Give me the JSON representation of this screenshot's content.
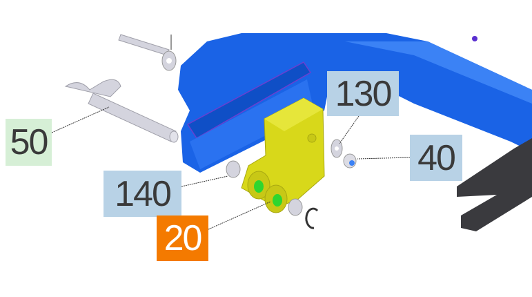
{
  "callouts": [
    {
      "id": "50",
      "label": "50",
      "color": "#d6efd6",
      "text_color": "#3a3a3a"
    },
    {
      "id": "130",
      "label": "130",
      "color": "#b8d2e6",
      "text_color": "#3a3a3a"
    },
    {
      "id": "40",
      "label": "40",
      "color": "#b8d2e6",
      "text_color": "#3a3a3a"
    },
    {
      "id": "140",
      "label": "140",
      "color": "#b8d2e6",
      "text_color": "#3a3a3a"
    },
    {
      "id": "20",
      "label": "20",
      "color": "#f47a00",
      "text_color": "#ffffff"
    }
  ],
  "colors": {
    "frame": "#1a63e6",
    "bracket": "#d8d81a",
    "bushing": "#2fd62f",
    "hardware": "#d4d4de",
    "fork": "#3a3a3e"
  }
}
